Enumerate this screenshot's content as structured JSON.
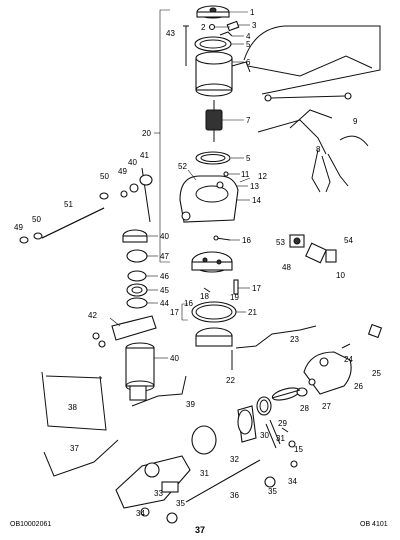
{
  "footer": {
    "left_code": "OB10002061",
    "page_number": "37",
    "right_code": "OB 4101"
  },
  "callouts": {
    "c1": "1",
    "c2": "2",
    "c3": "3",
    "c4": "4",
    "c5a": "5",
    "c5b": "5",
    "c6": "6",
    "c7": "7",
    "c8": "8",
    "c9": "9",
    "c10": "10",
    "c11": "11",
    "c12": "12",
    "c13": "13",
    "c14": "14",
    "c15": "15",
    "c16a": "16",
    "c16b": "16",
    "c17a": "17",
    "c17b": "17",
    "c18": "18",
    "c19": "19",
    "c20": "20",
    "c21": "21",
    "c22": "22",
    "c23": "23",
    "c24": "24",
    "c25": "25",
    "c26": "26",
    "c27": "27",
    "c28": "28",
    "c29": "29",
    "c30": "30",
    "c31a": "31",
    "c31b": "31",
    "c32": "32",
    "c33": "33",
    "c34a": "34",
    "c34b": "34",
    "c35a": "35",
    "c35b": "35",
    "c36": "36",
    "c37": "37",
    "c38": "38",
    "c39": "39",
    "c40a": "40",
    "c40b": "40",
    "c40c": "40",
    "c41": "41",
    "c42": "42",
    "c43": "43",
    "c44": "44",
    "c45": "45",
    "c46": "46",
    "c47": "47",
    "c48": "48",
    "c49a": "49",
    "c49b": "49",
    "c50a": "50",
    "c50b": "50",
    "c51": "51",
    "c52": "52",
    "c53": "53",
    "c54": "54"
  }
}
